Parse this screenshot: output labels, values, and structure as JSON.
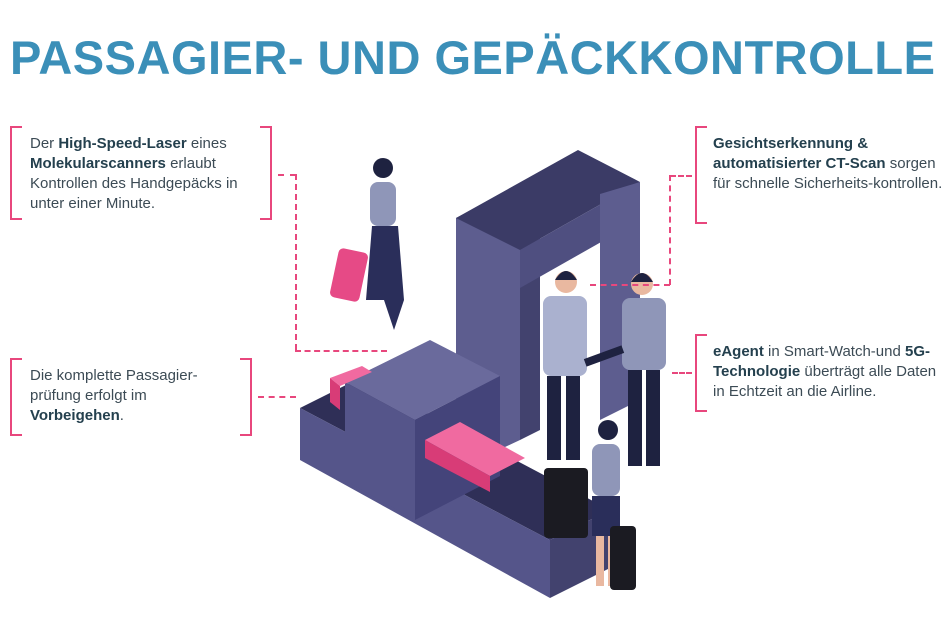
{
  "title": "PASSAGIER- UND GEPÄCKKONTROLLE",
  "callouts": {
    "laser": {
      "pre": "Der ",
      "b1": "High-Speed-Laser",
      "mid1": " eines ",
      "b2": "Molekularscanners",
      "rest": " erlaubt Kontrollen des Handgepäcks in unter einer Minute."
    },
    "passage": {
      "pre": "Die komplette Passagier-prüfung erfolgt im ",
      "b1": "Vorbeigehen",
      "rest": "."
    },
    "face": {
      "b1": "Gesichtserkennung & automatisierter CT-Scan",
      "rest": " sorgen für schnelle Sicherheits-kontrollen."
    },
    "eagent": {
      "b1": "eAgent",
      "mid1": " in Smart-Watch-und ",
      "b2": "5G-Technologie",
      "rest": " überträgt alle Daten in Echtzeit an die Airline."
    }
  },
  "colors": {
    "title": "#3b8fb8",
    "accent": "#e8477d",
    "machine": "#4a4a7a",
    "suitcase": "#e64a86"
  }
}
